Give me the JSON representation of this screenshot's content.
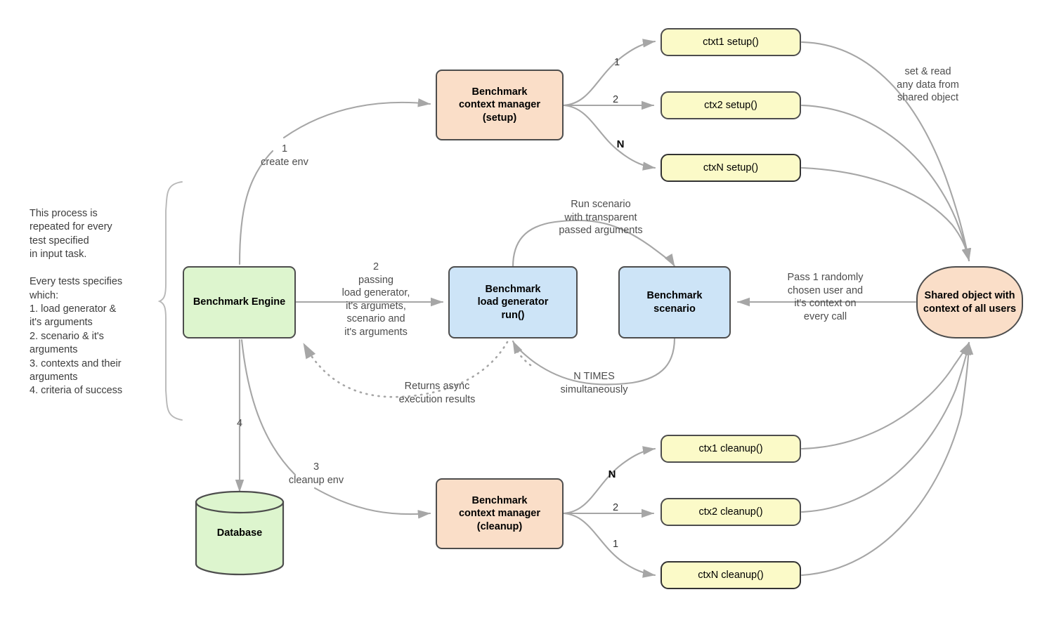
{
  "diagram": {
    "title": "Benchmark engine flow",
    "colors": {
      "peach": "#fadec8",
      "green": "#ddf5ce",
      "blue": "#cde4f7",
      "yellow": "#fbfac8",
      "stroke": "#4d4d4d",
      "edge": "#a6a6a6",
      "text": "#3d3d3d"
    }
  },
  "notes": {
    "left_note": "This process is\nrepeated for every\ntest specified\nin input task.\n\nEvery tests specifies\nwhich:\n1. load generator &\nit's arguments\n2. scenario & it's\narguments\n3. contexts and their\narguments\n4. criteria of success"
  },
  "nodes": {
    "context_manager_setup": "Benchmark\ncontext manager\n(setup)",
    "benchmark_engine": "Benchmark Engine",
    "load_generator": "Benchmark\nload  generator\nrun()",
    "scenario": "Benchmark\nscenario",
    "shared_object": "Shared object with\ncontext of all users",
    "database": "Database",
    "context_manager_cleanup": "Benchmark\ncontext manager\n(cleanup)",
    "setup_steps": [
      {
        "label": "ctxt1 setup()",
        "order": "1",
        "bold_order": false
      },
      {
        "label": "ctx2 setup()",
        "order": "2",
        "bold_order": false
      },
      {
        "label": "ctxN setup()",
        "order": "N",
        "bold_order": true
      }
    ],
    "cleanup_steps": [
      {
        "label": "ctx1 cleanup()",
        "order": "N",
        "bold_order": true
      },
      {
        "label": "ctx2 cleanup()",
        "order": "2",
        "bold_order": false
      },
      {
        "label": "ctxN cleanup()",
        "order": "1",
        "bold_order": false
      }
    ]
  },
  "edge_labels": {
    "create_env": "1\ncreate env",
    "passing": "2\npassing\nload generator,\nit's argumets,\nscenario and\nit's arguments",
    "cleanup_env": "3\ncleanup env",
    "to_database": "4",
    "run_scenario": "Run scenario\nwith transparent\npassed arguments",
    "n_times": "N TIMES\nsimultaneously",
    "returns_async": "Returns async\nexecution results",
    "pass_user": "Pass 1 randomly\nchosen user and\nit's context on\nevery call",
    "set_read": "set & read\nany data from\nshared object"
  }
}
